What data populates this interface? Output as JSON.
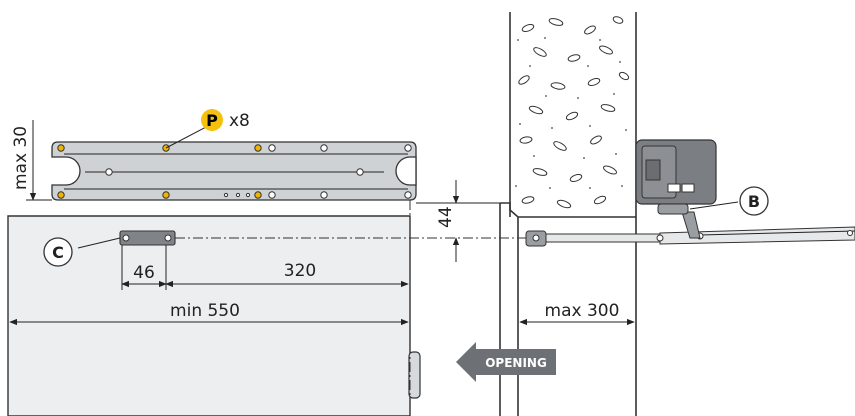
{
  "labels": {
    "p_badge": "P",
    "p_qty": "x8",
    "b_badge": "B",
    "c_badge": "C",
    "dim_max30": "max 30",
    "dim_44": "44",
    "dim_46": "46",
    "dim_320": "320",
    "dim_min550": "min 550",
    "dim_max300": "max 300",
    "opening": "OPENING"
  },
  "colors": {
    "badge_yellow": "#f4c20d",
    "hole_yellow": "#f0b400",
    "plate_grey": "#cfd2d5",
    "gate_grey": "#eceef0",
    "motor_grey": "#7b7f83",
    "arrow_grey": "#6d7176"
  }
}
